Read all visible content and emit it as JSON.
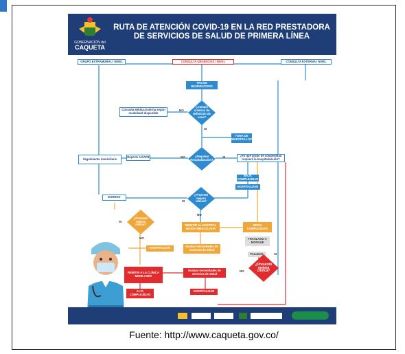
{
  "poster": {
    "title_line1": "RUTA DE ATENCIÓN COVID-19 EN LA RED PRESTADORA",
    "title_line2": "DE SERVICIOS DE SALUD DE PRIMERA LÍNEA",
    "logo_line1": "GOBERNACIÓN del",
    "logo_line2": "CAQUETA",
    "top_left": "GRUPO EXTRAMURAL I NIVEL",
    "top_center": "CONSULTA URGENCIAS I NIVEL",
    "top_right": "CONSULTA EXTERNA I NIVEL",
    "triage": "TRIAGE RESPIRATORIO",
    "cumple": "¿Cumple criterios de definición de caso?",
    "consulta_medica": "Consulta Médica Externa según modalidad disponible",
    "no": "NO",
    "si": "SI",
    "toma_muestra": "TOMA DE MUESTRA LSP",
    "requiere": "¿Requiere Hospitalización?",
    "reporte": "Reporte A EAPB",
    "seguimiento": "Seguimiento domiciliario",
    "grado": "¿en qué grado de complejidad requiere la hospitalización?",
    "baja": "BAJA COMPLEJIDAD",
    "hospitalizar": "HOSPITALIZAR",
    "presenta_mejora": "¿Presentó mejora clínica?",
    "egreso": "EGRESO",
    "presenta_mejora2": "¿Presentó mejora clínica?",
    "remitir_hospital": "REMITIR AL HOSPITAL MARÍA INMACULADA",
    "media": "MEDIA COMPLEJIDAD",
    "hospitalizar2": "HOSPITALIZAR",
    "evaluar1": "Evaluar necesidades de servicios de Salud",
    "traslado": "TRASLADO A MORGUE",
    "fallece": "FALLECE",
    "remitir_clinica": "REMITIR A LA CLÍNICA MEDILASER",
    "evaluar2": "Evaluar necesidades de servicios de Salud",
    "presenta_mejora3": "¿Presentó mejora clínica?",
    "alta": "ALTA COMPLEJIDAD",
    "hospitalizar3": "HOSPITALIZAR"
  },
  "caption": "Fuente: http://www.caqueta.gov.co/"
}
